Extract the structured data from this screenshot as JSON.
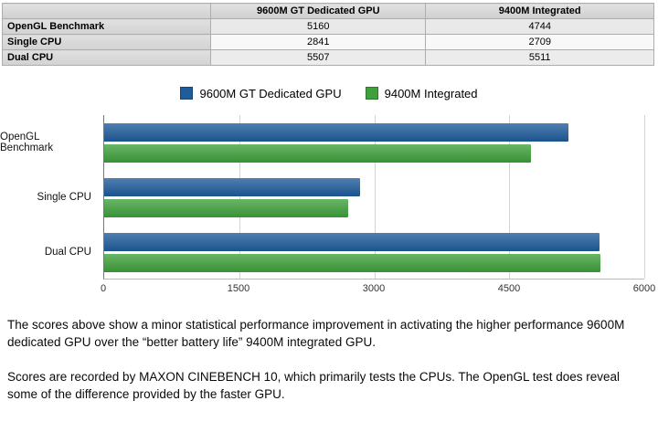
{
  "table": {
    "headers": [
      "",
      "9600M GT Dedicated GPU",
      "9400M Integrated"
    ],
    "rows": [
      {
        "label": "OpenGL Benchmark",
        "gpu9600": "5160",
        "gpu9400": "4744"
      },
      {
        "label": "Single CPU",
        "gpu9600": "2841",
        "gpu9400": "2709"
      },
      {
        "label": "Dual CPU",
        "gpu9600": "5507",
        "gpu9400": "5511"
      }
    ]
  },
  "chart_data": {
    "type": "bar",
    "orientation": "horizontal",
    "title": "",
    "categories": [
      "OpenGL Benchmark",
      "Single CPU",
      "Dual CPU"
    ],
    "series": [
      {
        "name": "9600M GT Dedicated GPU",
        "color": "#1e5c9c",
        "values": [
          5160,
          2841,
          5507
        ]
      },
      {
        "name": "9400M Integrated",
        "color": "#3fa13c",
        "values": [
          4744,
          2709,
          5511
        ]
      }
    ],
    "xlim": [
      0,
      6000
    ],
    "xticks": [
      0,
      1500,
      3000,
      4500,
      6000
    ],
    "legend_position": "top",
    "grid": true
  },
  "notes": {
    "paragraph1": "The scores above show a minor statistical performance improvement in activating the higher performance 9600M dedicated GPU over the “better battery life” 9400M integrated GPU.",
    "paragraph2": "Scores are recorded by MAXON CINEBENCH 10, which primarily tests the CPUs. The OpenGL test does reveal some of the difference provided by the faster GPU."
  }
}
